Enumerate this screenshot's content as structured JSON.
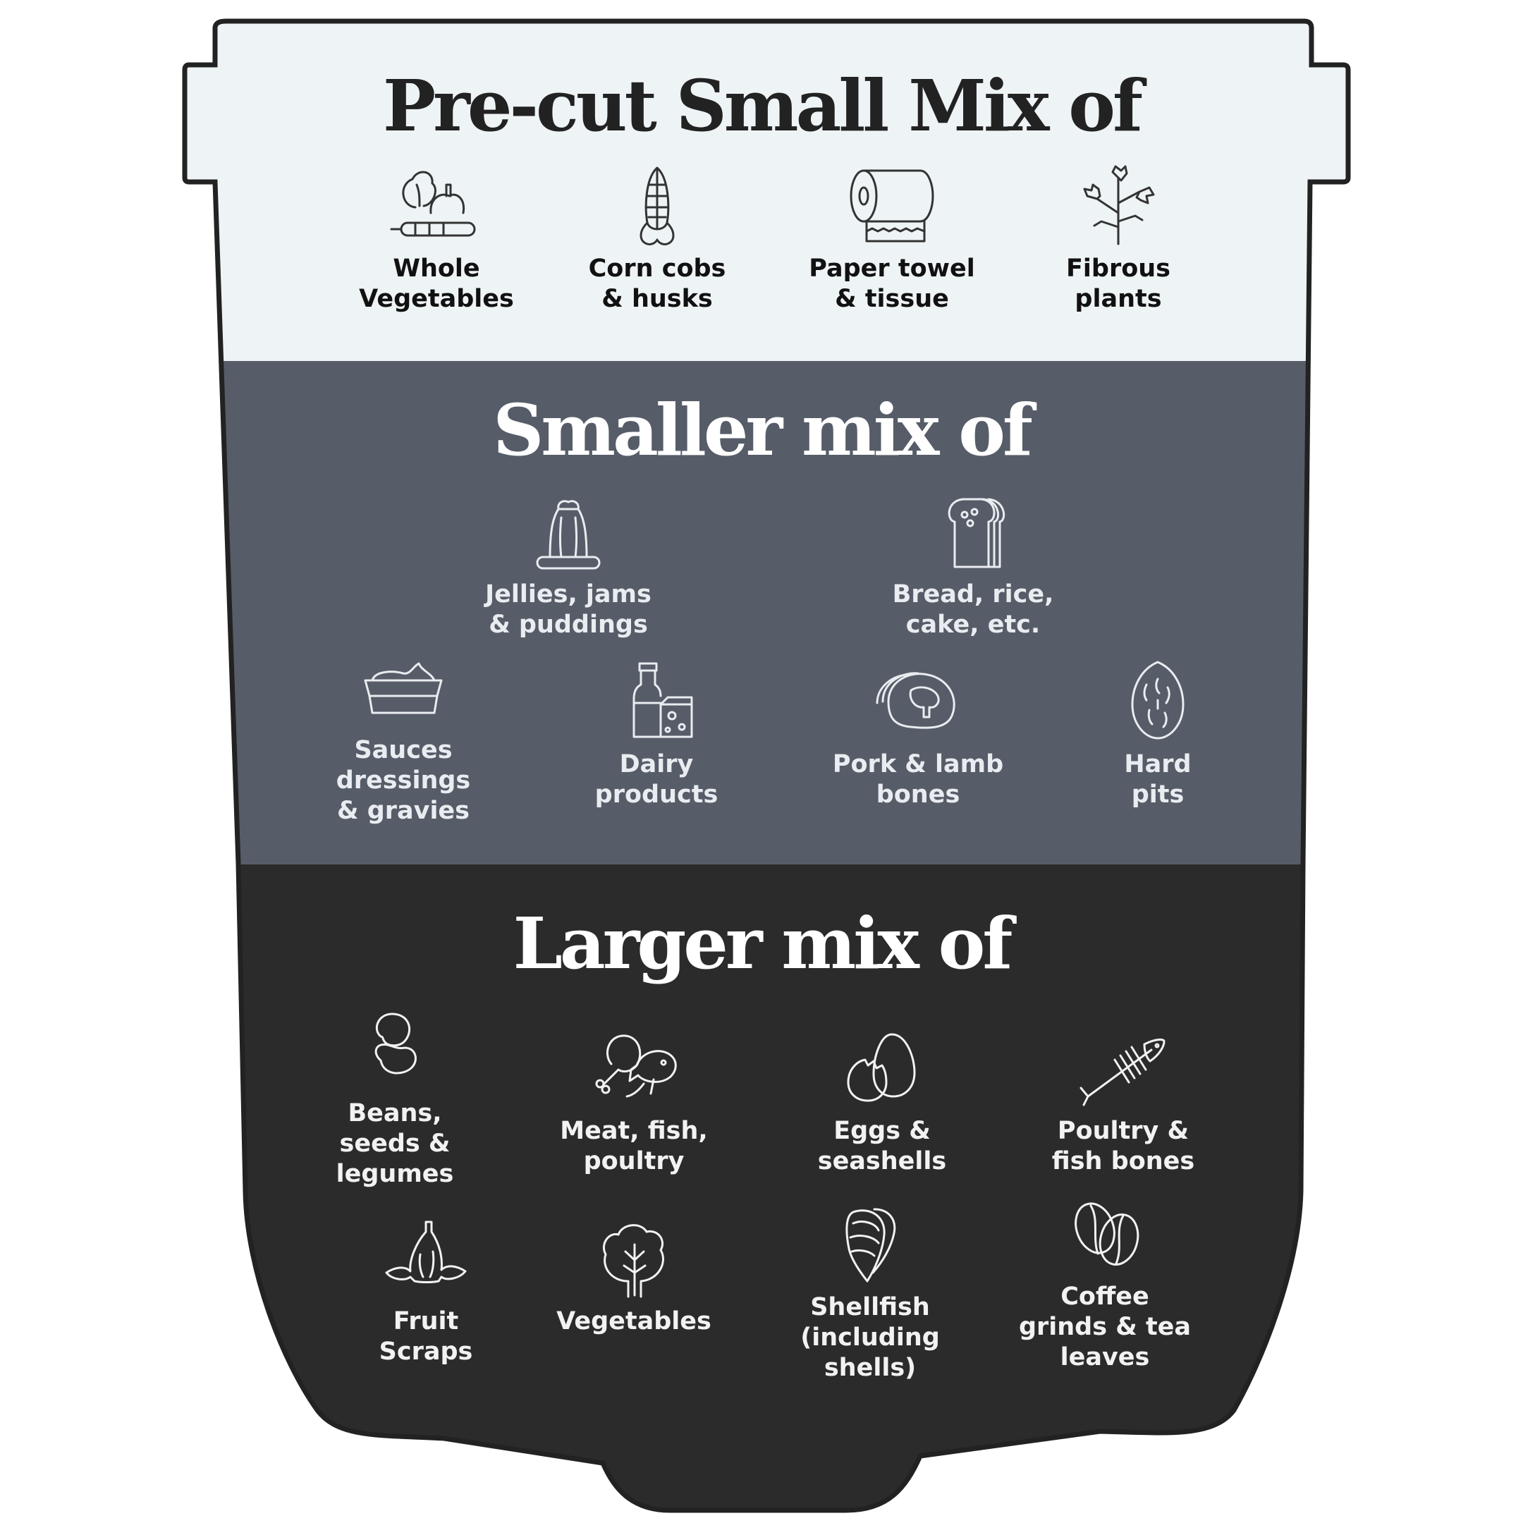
{
  "colors": {
    "top_band": "#eef3f6",
    "middle_band": "#565d68",
    "bottom_band": "#2b2b2b",
    "outline": "#222222"
  },
  "top": {
    "title": "Pre-cut Small Mix of",
    "items": [
      {
        "icon": "vegetables-icon",
        "label": "Whole\nVegetables"
      },
      {
        "icon": "corn-icon",
        "label": "Corn cobs\n& husks"
      },
      {
        "icon": "paper-towel-icon",
        "label": "Paper towel\n& tissue"
      },
      {
        "icon": "plant-icon",
        "label": "Fibrous\nplants"
      }
    ]
  },
  "middle": {
    "title": "Smaller mix of",
    "items": [
      {
        "icon": "jelly-icon",
        "label": "Jellies, jams\n& puddings"
      },
      {
        "icon": "bread-icon",
        "label": "Bread, rice,\ncake, etc."
      },
      {
        "icon": "sauce-dish-icon",
        "label": "Sauces\ndressings\n& gravies"
      },
      {
        "icon": "dairy-icon",
        "label": "Dairy\nproducts"
      },
      {
        "icon": "bone-meat-icon",
        "label": "Pork & lamb\nbones"
      },
      {
        "icon": "pit-icon",
        "label": "Hard\npits"
      }
    ]
  },
  "bottom": {
    "title": "Larger mix of",
    "items": [
      {
        "icon": "beans-icon",
        "label": "Beans,\nseeds &\nlegumes"
      },
      {
        "icon": "meat-fish-icon",
        "label": "Meat, fish,\npoultry"
      },
      {
        "icon": "eggs-icon",
        "label": "Eggs &\nseashells"
      },
      {
        "icon": "fish-bone-icon",
        "label": "Poultry &\nfish bones"
      },
      {
        "icon": "banana-peel-icon",
        "label": "Fruit\nScraps"
      },
      {
        "icon": "leafy-vegetable-icon",
        "label": "Vegetables"
      },
      {
        "icon": "shell-icon",
        "label": "Shellfish\n(including\nshells)"
      },
      {
        "icon": "coffee-bean-icon",
        "label": "Coffee\ngrinds & tea\nleaves"
      }
    ]
  }
}
